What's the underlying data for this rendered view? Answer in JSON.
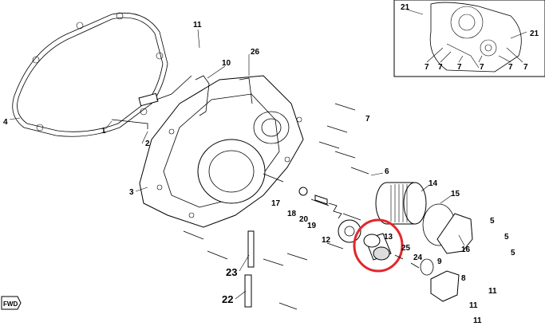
{
  "labels": {
    "l1": "1",
    "l2": "2",
    "l3": "3",
    "l4": "4",
    "l5a": "5",
    "l5b": "5",
    "l5c": "5",
    "l6": "6",
    "l7": "7",
    "l8": "8",
    "l9": "9",
    "l10": "10",
    "l11a": "11",
    "l11b": "11",
    "l11c": "11",
    "l11d": "11",
    "l12": "12",
    "l13": "13",
    "l14": "14",
    "l15": "15",
    "l16": "16",
    "l17": "17",
    "l18": "18",
    "l19": "19",
    "l20": "20",
    "l21a": "21",
    "l21b": "21",
    "l22": "22",
    "l23": "23",
    "l24": "24",
    "l25": "25",
    "l26": "26"
  },
  "inset": {
    "labels": [
      "21",
      "21",
      "7",
      "7",
      "7",
      "7",
      "7",
      "7"
    ]
  },
  "fwd_badge": "FWD",
  "highlight_color": "#e3262b"
}
